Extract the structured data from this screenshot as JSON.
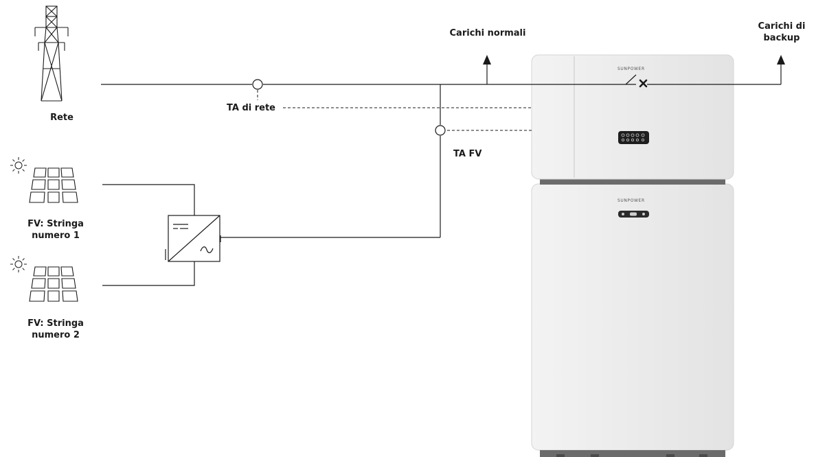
{
  "labels": {
    "grid": "Rete",
    "normal_loads": "Carichi normali",
    "backup_loads_line1": "Carichi di",
    "backup_loads_line2": "backup",
    "grid_ct": "TA di rete",
    "pv_ct": "TA FV",
    "pv_string1_line1": "FV: Stringa",
    "pv_string1_line2": "numero 1",
    "pv_string2_line1": "FV: Stringa",
    "pv_string2_line2": "numero 2"
  },
  "equipment": {
    "inverter_brand": "SUNPOWER",
    "battery_brand": "SUNPOWER"
  },
  "icons": {
    "grid": "transmission-tower-icon",
    "sun": "sun-icon",
    "pv_panel": "solar-panel-icon",
    "pv_inverter": "dc-ac-inverter-icon",
    "switch": "open-switch-icon",
    "disconnect": "cross-mark-icon",
    "ct": "current-transformer-icon",
    "load": "arrow-up-icon"
  },
  "colors": {
    "line": "#1a1a1a",
    "cabinet": "#ececec",
    "cabinet_edge": "#d4d4d4",
    "base": "#6b6b6b"
  }
}
